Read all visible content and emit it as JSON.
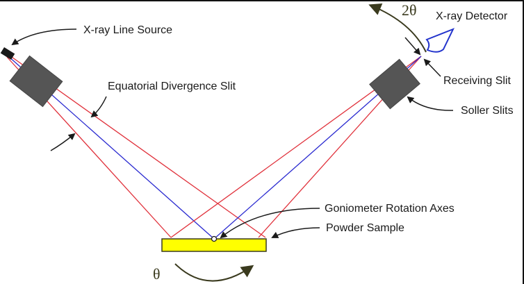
{
  "diagram": {
    "title": "Powder X-ray Diffractometer Geometry",
    "labels": {
      "source": "X-ray Line Source",
      "divergence_slit": "Equatorial Divergence Slit",
      "detector": "X-ray Detector",
      "receiving_slit": "Receiving Slit",
      "soller_slits": "Soller Slits",
      "goniometer_axes": "Goniometer Rotation Axes",
      "powder_sample": "Powder Sample",
      "theta": "θ",
      "two_theta": "2θ"
    },
    "colors": {
      "beam_edge": "#e0303a",
      "beam_center": "#2a2ad0",
      "slit_block": "#555555",
      "sample": "#ffff00",
      "rotation_arrow": "#3a3a1e",
      "detector_outline": "#2233cc",
      "source_block": "#1a1a1a"
    }
  }
}
